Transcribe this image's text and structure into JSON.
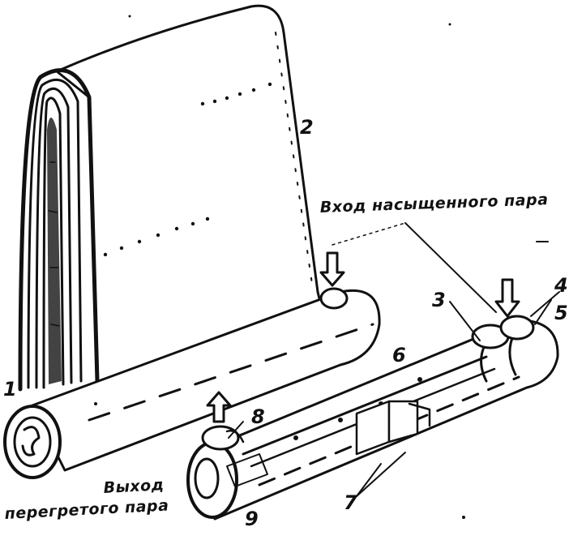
{
  "labels": {
    "steam_in": "Вход насыщенного пара",
    "steam_out_line1": "Выход",
    "steam_out_line2": "перегретого пара"
  },
  "numbers": {
    "n1": "1",
    "n2": "2",
    "n3": "3",
    "n4": "4",
    "n5": "5",
    "n6": "6",
    "n7": "7",
    "n8": "8",
    "n9": "9"
  },
  "colors": {
    "ink": "#111111",
    "paper": "#ffffff",
    "stipple": "#222222"
  }
}
